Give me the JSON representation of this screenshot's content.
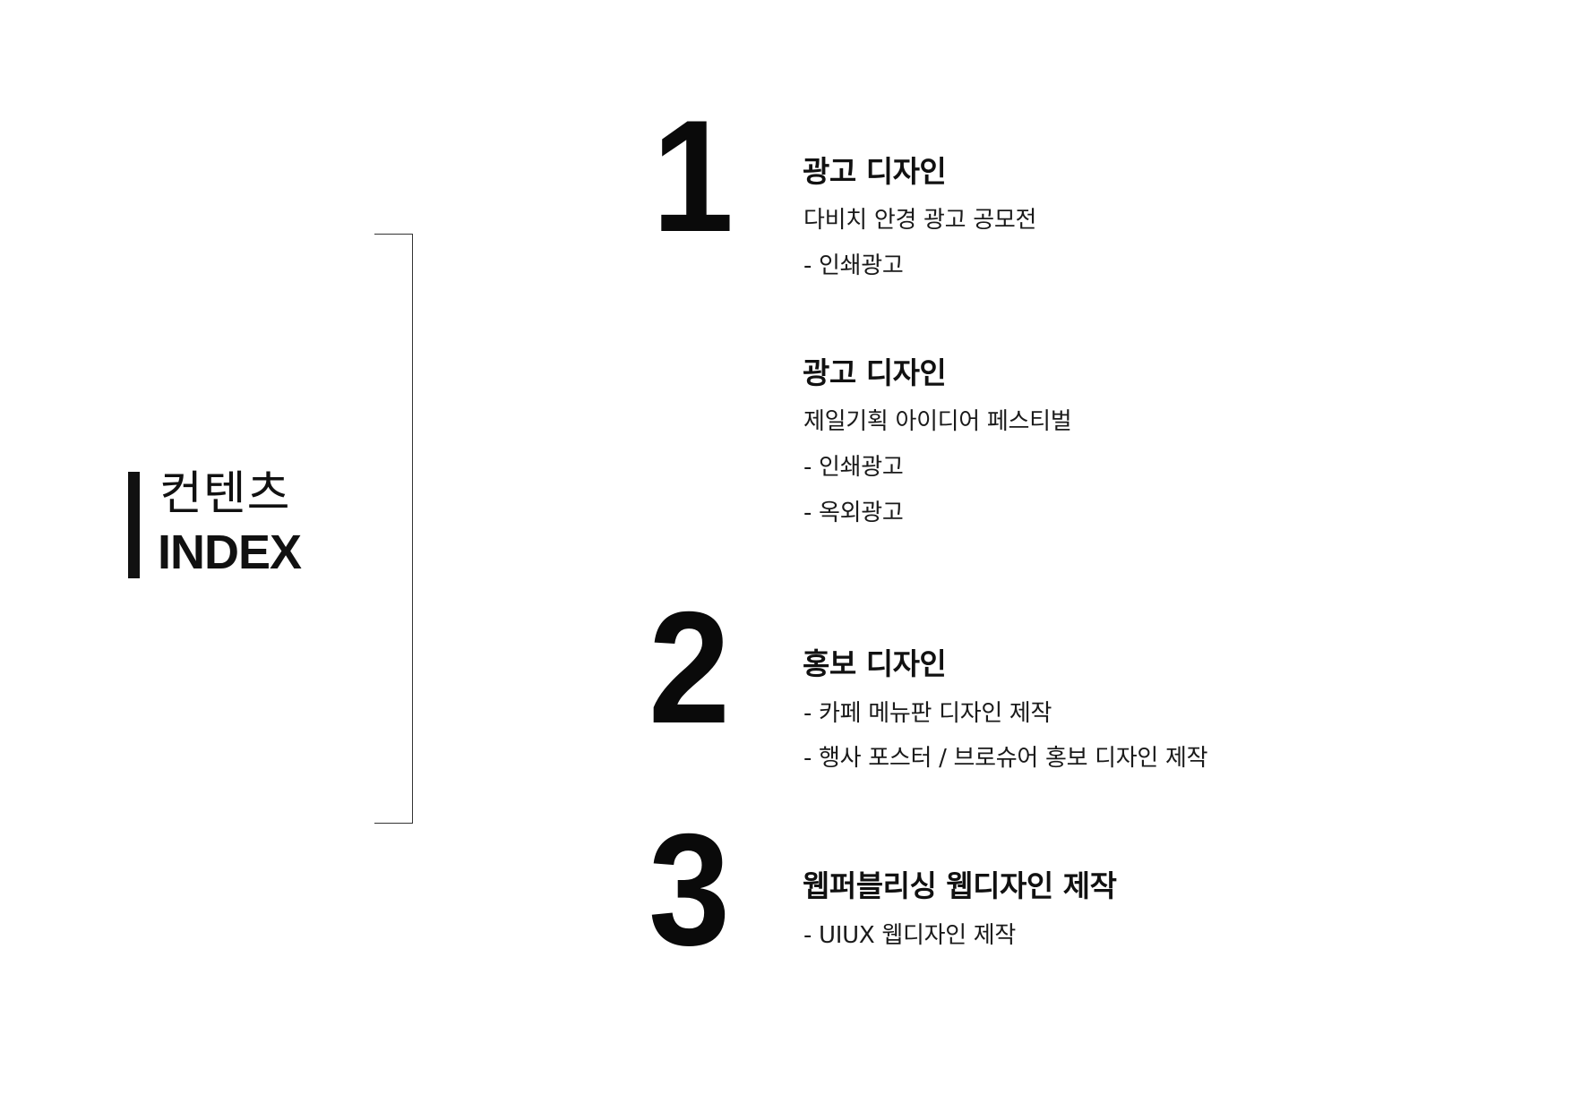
{
  "index": {
    "title_kr": "컨텐츠",
    "title_en": "INDEX"
  },
  "sections": [
    {
      "number": "1",
      "entries": [
        {
          "title": "광고 디자인",
          "lines": [
            "다비치 안경 광고 공모전",
            "- 인쇄광고"
          ]
        },
        {
          "title": "광고 디자인",
          "lines": [
            "제일기획 아이디어 페스티벌",
            "- 인쇄광고",
            "- 옥외광고"
          ]
        }
      ]
    },
    {
      "number": "2",
      "entries": [
        {
          "title": "홍보 디자인",
          "lines": [
            "- 카페 메뉴판 디자인 제작",
            "- 행사 포스터 / 브로슈어 홍보 디자인 제작"
          ]
        }
      ]
    },
    {
      "number": "3",
      "entries": [
        {
          "title": "웹퍼블리싱 웹디자인 제작",
          "lines": [
            "- UIUX 웹디자인 제작"
          ]
        }
      ]
    }
  ],
  "colors": {
    "text": "#111111",
    "background": "#ffffff",
    "bracket": "#333333"
  }
}
